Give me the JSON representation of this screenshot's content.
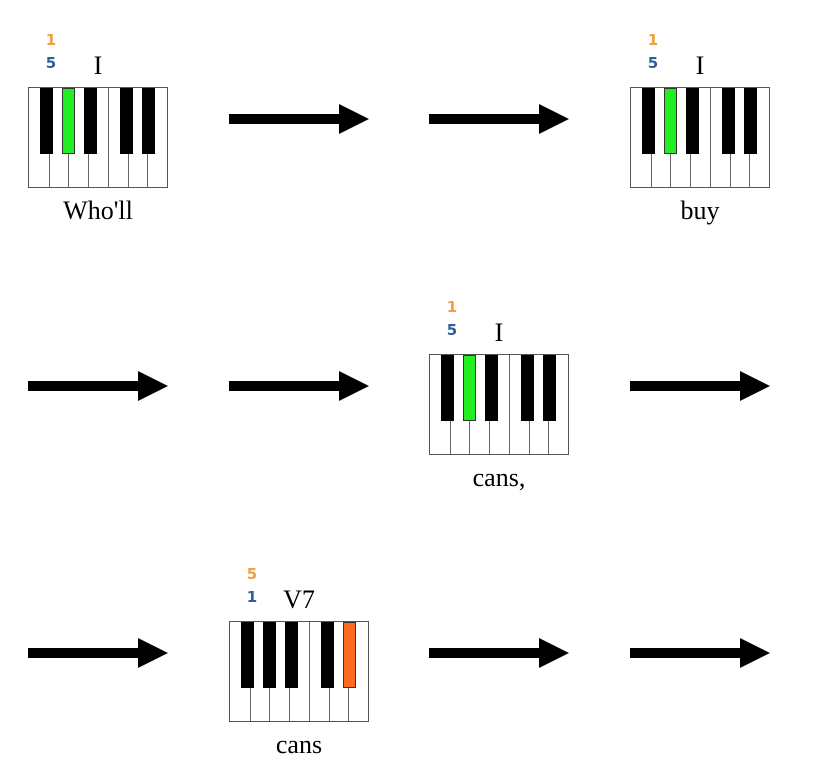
{
  "colors": {
    "finger_top": "#f0a040",
    "finger_bottom": "#2e5f9c",
    "highlight_green": "#22ee22",
    "highlight_orange": "#ff6a21"
  },
  "rows": [
    {
      "cells": [
        {
          "kind": "keyboard",
          "finger_top": "1",
          "finger_bottom": "5",
          "chord": "I",
          "lyric": "Who'll",
          "highlight_black_key": 1,
          "highlight_color": "highlight_green"
        },
        {
          "kind": "arrow"
        },
        {
          "kind": "arrow"
        },
        {
          "kind": "keyboard",
          "finger_top": "1",
          "finger_bottom": "5",
          "chord": "I",
          "lyric": "buy",
          "highlight_black_key": 1,
          "highlight_color": "highlight_green"
        }
      ]
    },
    {
      "cells": [
        {
          "kind": "arrow"
        },
        {
          "kind": "arrow"
        },
        {
          "kind": "keyboard",
          "finger_top": "1",
          "finger_bottom": "5",
          "chord": "I",
          "lyric": "cans,",
          "highlight_black_key": 1,
          "highlight_color": "highlight_green"
        },
        {
          "kind": "arrow"
        }
      ]
    },
    {
      "cells": [
        {
          "kind": "arrow"
        },
        {
          "kind": "keyboard",
          "finger_top": "5",
          "finger_bottom": "1",
          "chord": "V7",
          "lyric": "cans",
          "highlight_black_key": 4,
          "highlight_color": "highlight_orange"
        },
        {
          "kind": "arrow"
        },
        {
          "kind": "arrow"
        }
      ]
    }
  ]
}
